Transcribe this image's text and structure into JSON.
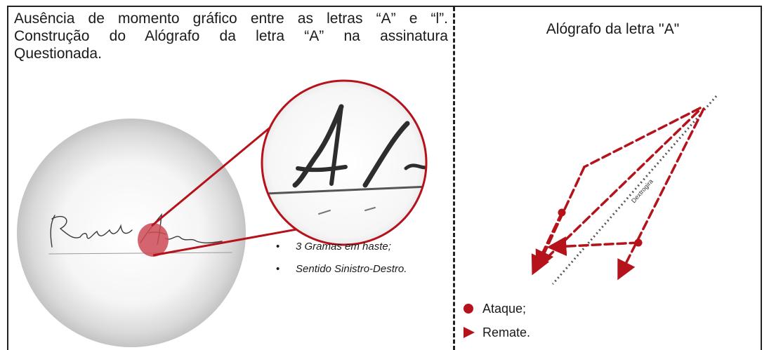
{
  "left": {
    "line1": "Ausência de momento gráfico entre as letras “A” e “l”.",
    "line2": "Construção do Alógrafo da letra “A” na assinatura",
    "line3": "Questionada.",
    "notes": [
      "3 Gramas em haste;",
      "Sentido Sinistro-Destro."
    ],
    "signature_text": "Rinaldo Alan"
  },
  "right": {
    "title": "Alógrafo da letra ''A\"",
    "axis_label": "Dextrogira",
    "legend": [
      {
        "icon": "circle-icon",
        "label": "Ataque;"
      },
      {
        "icon": "triangle-icon",
        "label": "Remate."
      }
    ]
  },
  "colors": {
    "stroke": "#b5121b",
    "highlight": "#cc4a55",
    "frame": "#222222",
    "axis": "#555555"
  }
}
